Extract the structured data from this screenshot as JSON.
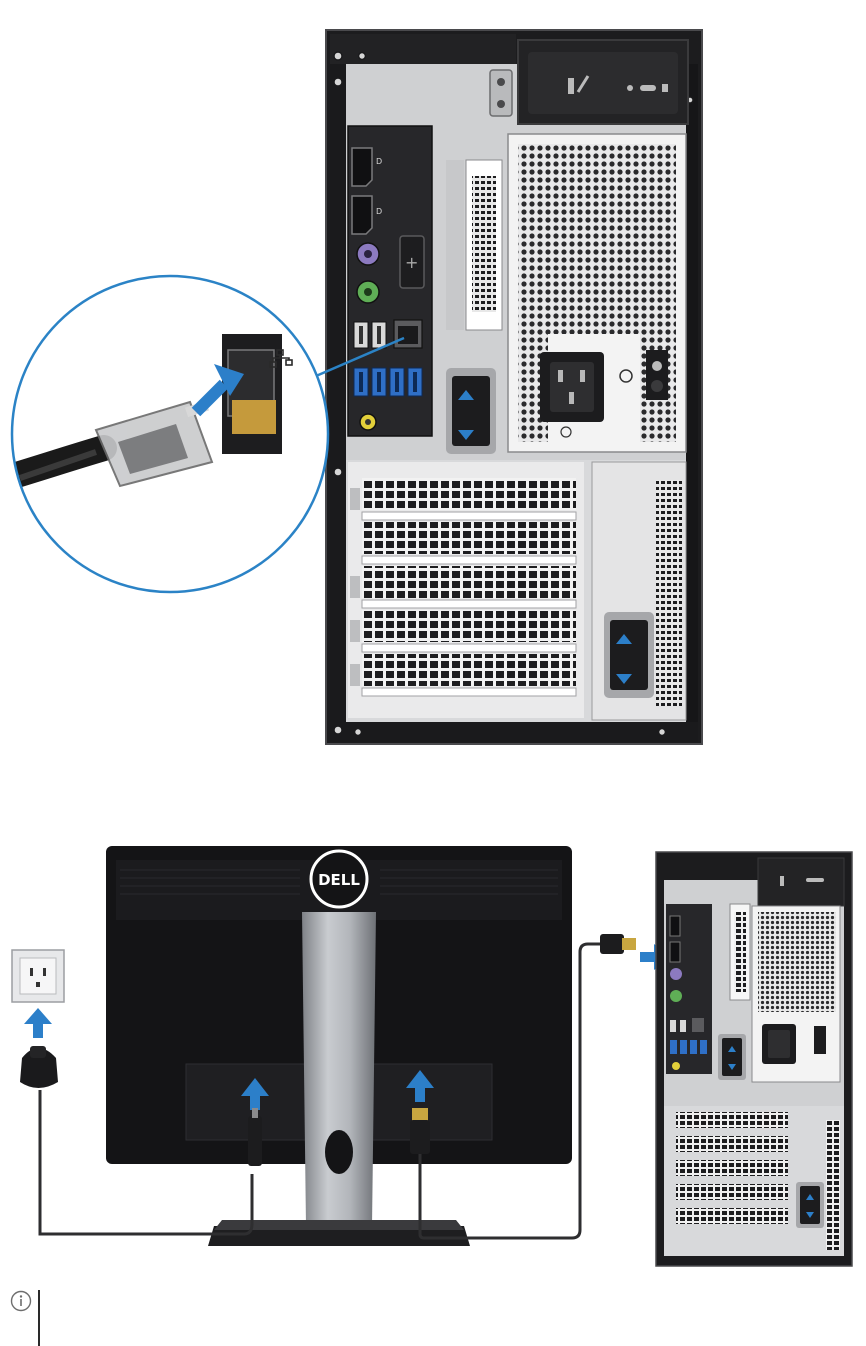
{
  "colors": {
    "chassis": "#1c1c1e",
    "chassis_edge": "#4a4a4d",
    "panel_light": "#cfd0d2",
    "grille": "#2a2a2c",
    "port_blue": "#2f6fc6",
    "ps2_purple": "#8c7ac0",
    "ps2_green": "#5fae56",
    "audio_yellow": "#e2cf3a",
    "callout_blue": "#2b83c6",
    "arrow_blue": "#2c7fc9",
    "monitor_black": "#141416",
    "stand_silver": "#a9acb1",
    "wall_plate": "#e7e8ea",
    "cable": "#2e2e30",
    "note_icon": "#6e6e6e",
    "note_bar": "#2a2a2a"
  },
  "figures": {
    "top": {
      "device": "tower-computer-rear",
      "callout": "network-port-zoom",
      "connector": "rj45-network-cable",
      "port_icon": "network-icon",
      "logos": []
    },
    "bottom": {
      "monitor_logo_text": "DELL",
      "connectors": [
        "power-plug",
        "dc-power-connector",
        "hdmi-connector",
        "hdmi-connector"
      ],
      "outlet": "wall-power-outlet"
    }
  },
  "note": {
    "icon": "info-icon",
    "text": ""
  }
}
